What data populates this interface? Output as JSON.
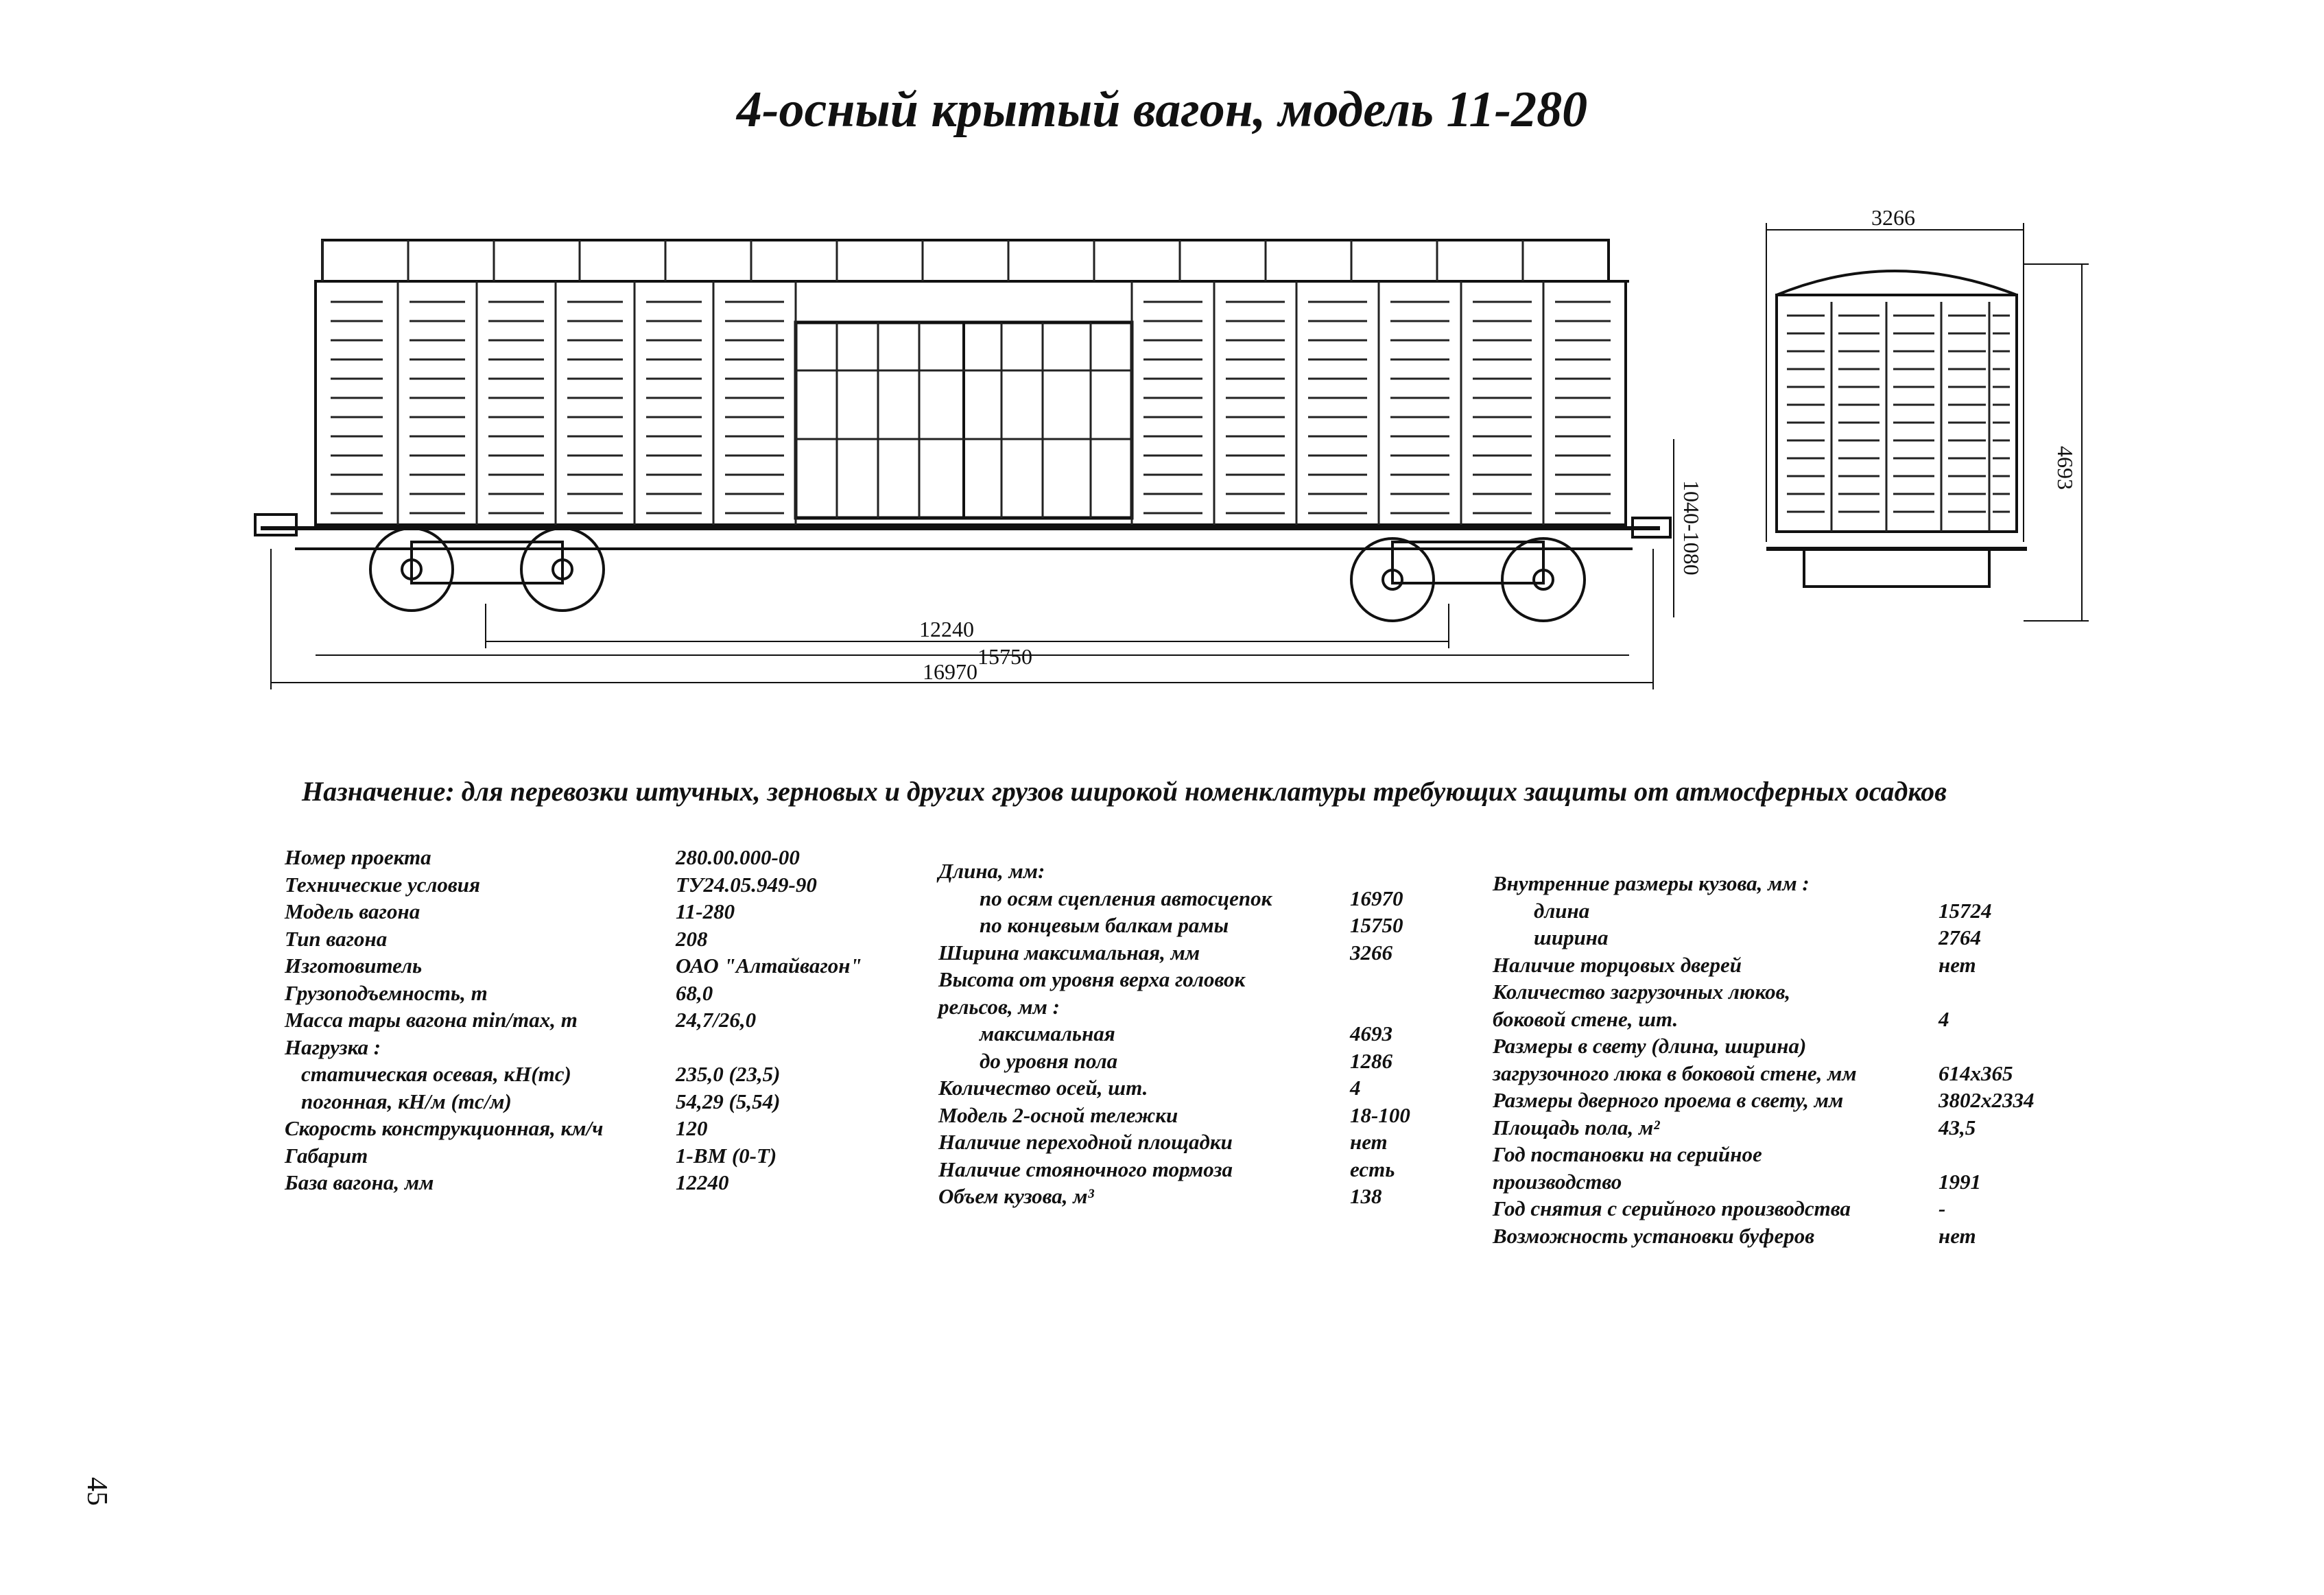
{
  "title": "4-осный крытый вагон, модель 11-280",
  "drawing": {
    "side_dims": [
      "12240",
      "15750",
      "16970",
      "1040-1080"
    ],
    "end_dims": [
      "3266",
      "4693"
    ]
  },
  "purpose": "Назначение: для перевозки штучных, зерновых и других грузов широкой номенклатуры требующих защиты  от атмосферных осадков",
  "col1": [
    {
      "label": "Номер проекта",
      "value": "280.00.000-00"
    },
    {
      "label": "Технические условия",
      "value": "ТУ24.05.949-90"
    },
    {
      "label": "Модель вагона",
      "value": "11-280"
    },
    {
      "label": "Тип вагона",
      "value": "208"
    },
    {
      "label": "Изготовитель",
      "value": "ОАО \"Алтайвагон\""
    },
    {
      "label": "Грузоподъемность, т",
      "value": "68,0"
    },
    {
      "label": "Масса тары вагона min/max, т",
      "value": "24,7/26,0"
    },
    {
      "label": "Нагрузка :",
      "value": ""
    },
    {
      "label": "статическая осевая, кН(тс)",
      "value": "235,0 (23,5)"
    },
    {
      "label": "погонная, кН/м (тс/м)",
      "value": "54,29 (5,54)"
    },
    {
      "label": "Скорость конструкционная, км/ч",
      "value": "120"
    },
    {
      "label": "Габарит",
      "value": "1-ВМ (0-Т)"
    },
    {
      "label": "База вагона, мм",
      "value": "12240"
    }
  ],
  "col2": [
    {
      "label": "Длина, мм:",
      "value": ""
    },
    {
      "label": "по осям сцепления автосцепок",
      "value": "16970"
    },
    {
      "label": "по концевым балкам рамы",
      "value": "15750"
    },
    {
      "label": "Ширина максимальная, мм",
      "value": "3266"
    },
    {
      "label": "Высота от уровня верха головок",
      "value": ""
    },
    {
      "label": "рельсов, мм :",
      "value": ""
    },
    {
      "label": "максимальная",
      "value": "4693"
    },
    {
      "label": "до уровня пола",
      "value": "1286"
    },
    {
      "label": "Количество осей, шт.",
      "value": "4"
    },
    {
      "label": "Модель 2-осной тележки",
      "value": "18-100"
    },
    {
      "label": "Наличие переходной площадки",
      "value": "нет"
    },
    {
      "label": "Наличие стояночного тормоза",
      "value": "есть"
    },
    {
      "label": "Объем кузова, м³",
      "value": "138"
    }
  ],
  "col3": [
    {
      "label": "Внутренние размеры кузова, мм :",
      "value": ""
    },
    {
      "label": "длина",
      "value": "15724"
    },
    {
      "label": "ширина",
      "value": "2764"
    },
    {
      "label": "Наличие торцовых дверей",
      "value": "нет"
    },
    {
      "label": "Количество загрузочных люков,",
      "value": ""
    },
    {
      "label": "боковой стене, шт.",
      "value": "4"
    },
    {
      "label": "Размеры в свету  (длина, ширина)",
      "value": ""
    },
    {
      "label": "загрузочного люка в боковой стене, мм",
      "value": "614x365"
    },
    {
      "label": "Размеры дверного проема в свету, мм",
      "value": "3802x2334"
    },
    {
      "label": "Площадь пола, м²",
      "value": "43,5"
    },
    {
      "label": "Год постановки на серийное",
      "value": ""
    },
    {
      "label": "производство",
      "value": "1991"
    },
    {
      "label": "Год снятия с серийного производства",
      "value": "-"
    },
    {
      "label": "Возможность установки буферов",
      "value": "нет"
    }
  ],
  "page_number": "45"
}
